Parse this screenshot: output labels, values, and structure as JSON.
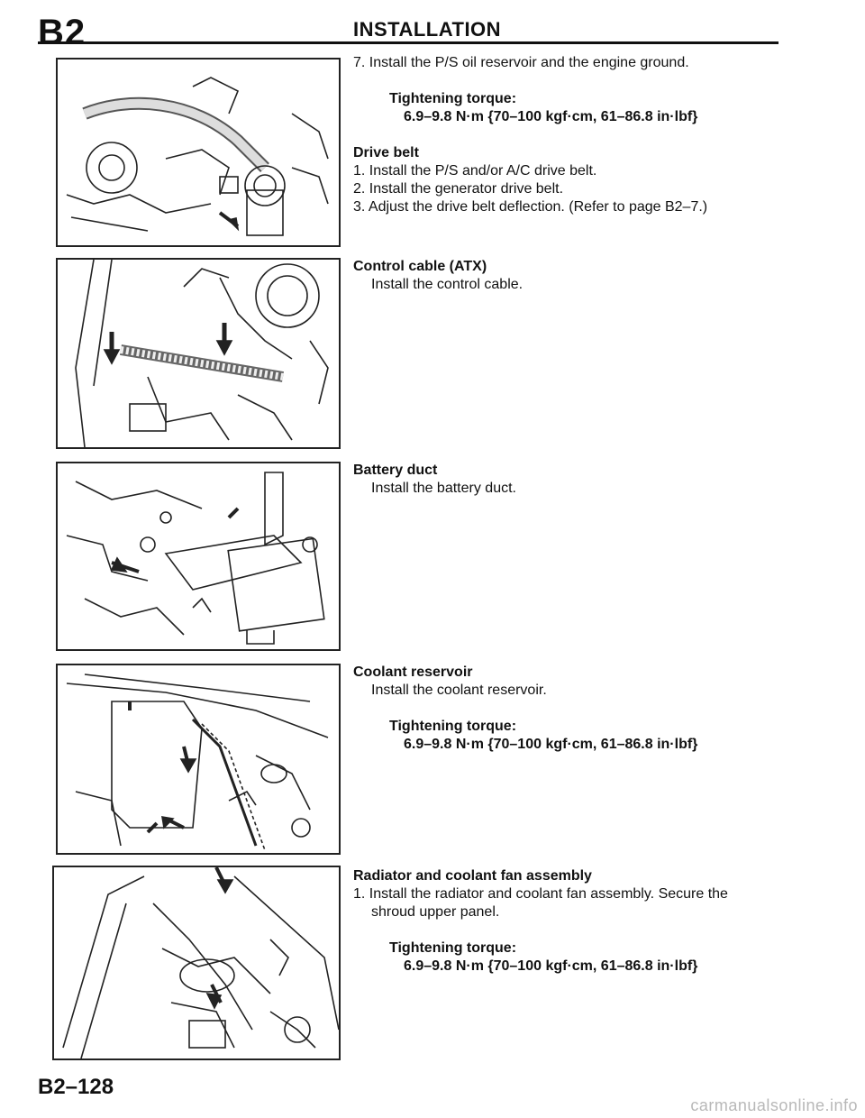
{
  "header": {
    "section_code": "B2",
    "title": "INSTALLATION"
  },
  "footer": {
    "page_number": "B2–128",
    "watermark": "carmanualsonline.info"
  },
  "sections": [
    {
      "step": "7. Install the P/S oil reservoir and the engine ground.",
      "torque_label": "Tightening torque:",
      "torque_value": "6.9–9.8 N·m {70–100 kgf·cm, 61–86.8 in·lbf}",
      "subheading": "Drive belt",
      "steps": [
        "1. Install the P/S and/or A/C drive belt.",
        "2. Install the generator drive belt.",
        "3. Adjust the drive belt deflection. (Refer to page B2–7.)"
      ]
    },
    {
      "heading": "Control cable (ATX)",
      "text": "Install the control cable."
    },
    {
      "heading": "Battery duct",
      "text": "Install the battery duct."
    },
    {
      "heading": "Coolant reservoir",
      "text": "Install the coolant reservoir.",
      "torque_label": "Tightening torque:",
      "torque_value": "6.9–9.8 N·m {70–100 kgf·cm, 61–86.8 in·lbf}"
    },
    {
      "heading": "Radiator and coolant fan assembly",
      "step_line1": "1. Install the radiator and coolant fan assembly. Secure the",
      "step_line2": "shroud upper panel.",
      "torque_label": "Tightening torque:",
      "torque_value": "6.9–9.8 N·m {70–100 kgf·cm, 61–86.8 in·lbf}"
    }
  ]
}
